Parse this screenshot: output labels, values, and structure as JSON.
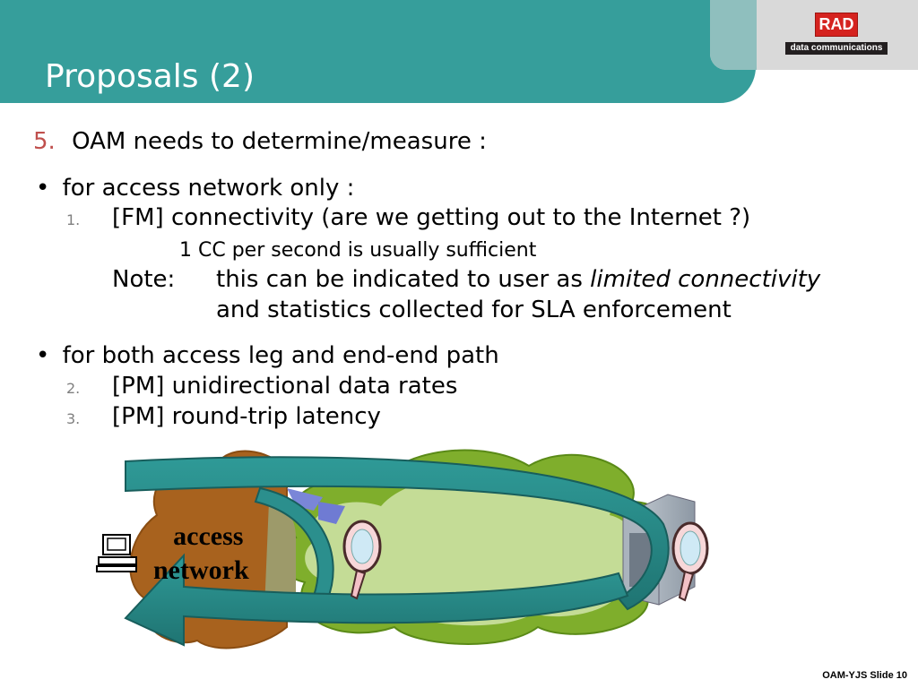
{
  "title": "Proposals (2)",
  "logo": {
    "brand": "RAD",
    "tagline": "data communications"
  },
  "items": {
    "n5_num": "5.",
    "n5_text": "OAM needs to determine/measure :",
    "bullet1": "for access network only :",
    "sub1_num": "1.",
    "sub1_text": "[FM] connectivity (are we getting out to the Internet ?)",
    "sub1_detail": "1 CC per second is usually sufficient",
    "note_label": "Note:",
    "note_line1_pre": "this can be indicated to user as ",
    "note_line1_em": "limited connectivity",
    "note_line2": "and statistics collected for SLA enforcement",
    "bullet2": "for both access leg and end-end path",
    "sub2_num": "2.",
    "sub2_text": "[PM] unidirectional data rates",
    "sub3_num": "3.",
    "sub3_text": "[PM] round-trip latency"
  },
  "diagram": {
    "access_label_1": "access",
    "access_label_2": "network"
  },
  "footer": "OAM-YJS  Slide 10",
  "colors": {
    "header": "#369e9b",
    "accent_number": "#c0504d",
    "arrow": "#2b8f8d",
    "cloud_green": "#7fae2c",
    "cloud_brown": "#a8621e"
  }
}
